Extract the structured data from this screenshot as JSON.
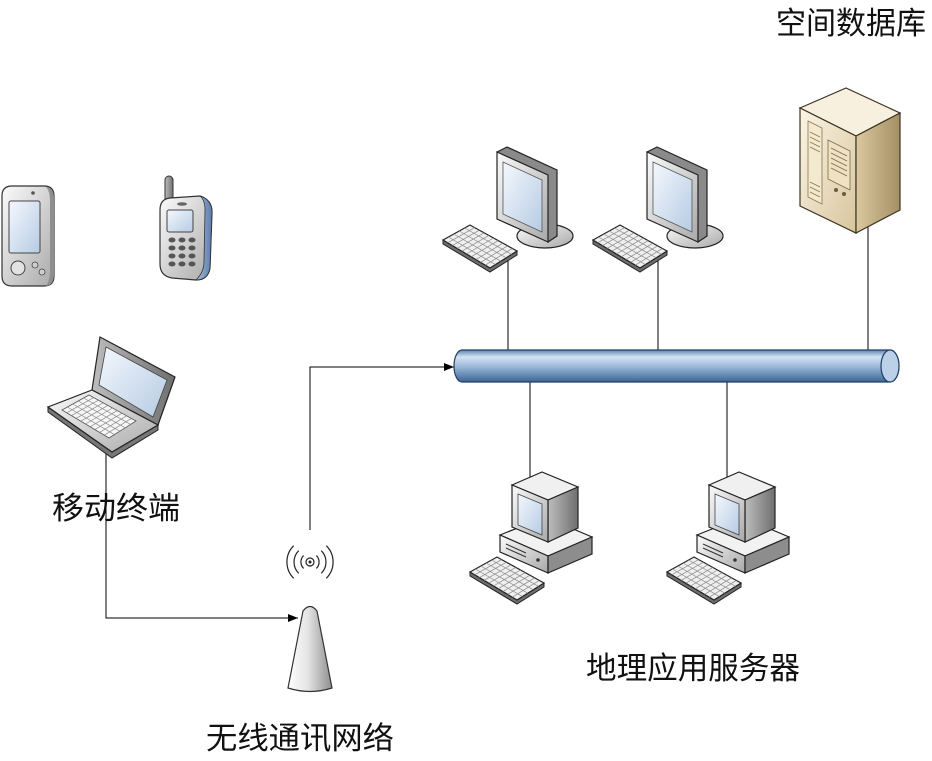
{
  "labels": {
    "spatial_database": "空间数据库",
    "mobile_terminal": "移动终端",
    "wireless_network": "无线通讯网络",
    "geo_app_server": "地理应用服务器"
  },
  "icons": {
    "pda": "pda-icon",
    "phone": "cell-phone-icon",
    "laptop": "laptop-icon",
    "antenna": "antenna-tower-icon",
    "radio_waves": "radio-waves-icon",
    "workstation": "workstation-icon",
    "database_server": "server-tower-icon",
    "app_server": "desktop-computer-icon",
    "bus": "network-bus-pipe"
  },
  "colors": {
    "bus_pipe": "#7fa3cb",
    "screen": "#c9daee",
    "server_body": "#e8dab8",
    "device_body": "#d9d9d9",
    "line": "#000000"
  }
}
